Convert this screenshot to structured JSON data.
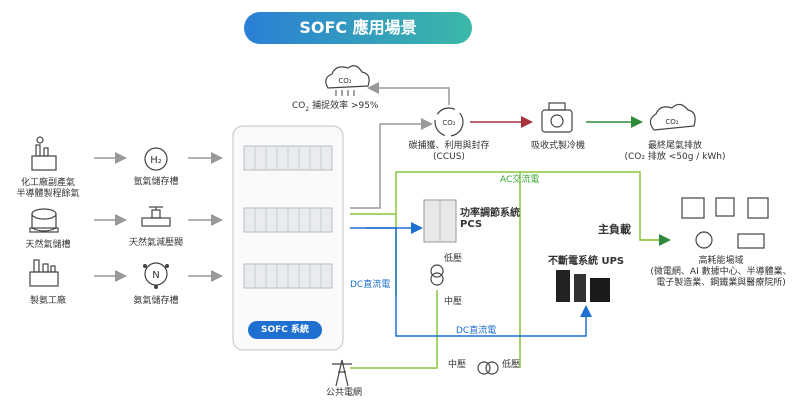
{
  "title": "SOFC 應用場景",
  "sources": [
    {
      "label": "化工廠副產氣\n半導體製程餘氣",
      "icon": "factory-icon"
    },
    {
      "label": "天然氣儲槽",
      "icon": "gas-tank-icon"
    },
    {
      "label": "製氨工廠",
      "icon": "ammonia-plant-icon"
    }
  ],
  "storage": [
    {
      "label": "氫氣儲存槽",
      "symbol": "H₂",
      "icon": "hydrogen-icon"
    },
    {
      "label": "天然氣減壓閥",
      "icon": "valve-icon"
    },
    {
      "label": "氨氣儲存槽",
      "symbol": "N",
      "icon": "ammonia-icon"
    }
  ],
  "sofc": {
    "label": "SOFC 系統"
  },
  "co2_capture": {
    "prefix": "CO",
    "subscript": "2",
    "suffix": " 捕捉效率 >95%",
    "cloud_text": "CO₂"
  },
  "ccus": {
    "line1": "碳捕獲、利用與封存",
    "line2": "(CCUS)",
    "icon_text": "CO₂"
  },
  "chiller": {
    "label": "吸收式製冷機"
  },
  "exhaust": {
    "line1": "最終尾氣排放",
    "line2": "(CO₂ 排放 <50g / kWh)",
    "icon_text": "CO₂"
  },
  "ac_label": "AC交流電",
  "dc_label_left": "DC直流電",
  "dc_label_bottom": "DC直流電",
  "pcs": {
    "line1": "功率調節系統",
    "line2": "PCS"
  },
  "low_voltage_upper": "低壓",
  "mid_voltage_upper": "中壓",
  "ups": {
    "label": "不斷電系統 UPS"
  },
  "main_load": "主負載",
  "high_load": {
    "line1": "高耗能場域",
    "line2": "(微電網、AI 數據中心、半導體業、",
    "line3": "電子製造業、鋼鐵業與醫療院所)"
  },
  "grid": {
    "label": "公共電網"
  },
  "mid_voltage_bottom": "中壓",
  "low_voltage_bottom": "低壓",
  "colors": {
    "blue": "#1f6fd0",
    "green": "#8cc63f",
    "red": "#a8333a",
    "dark_green": "#2e8b3a",
    "gray": "#999999"
  }
}
